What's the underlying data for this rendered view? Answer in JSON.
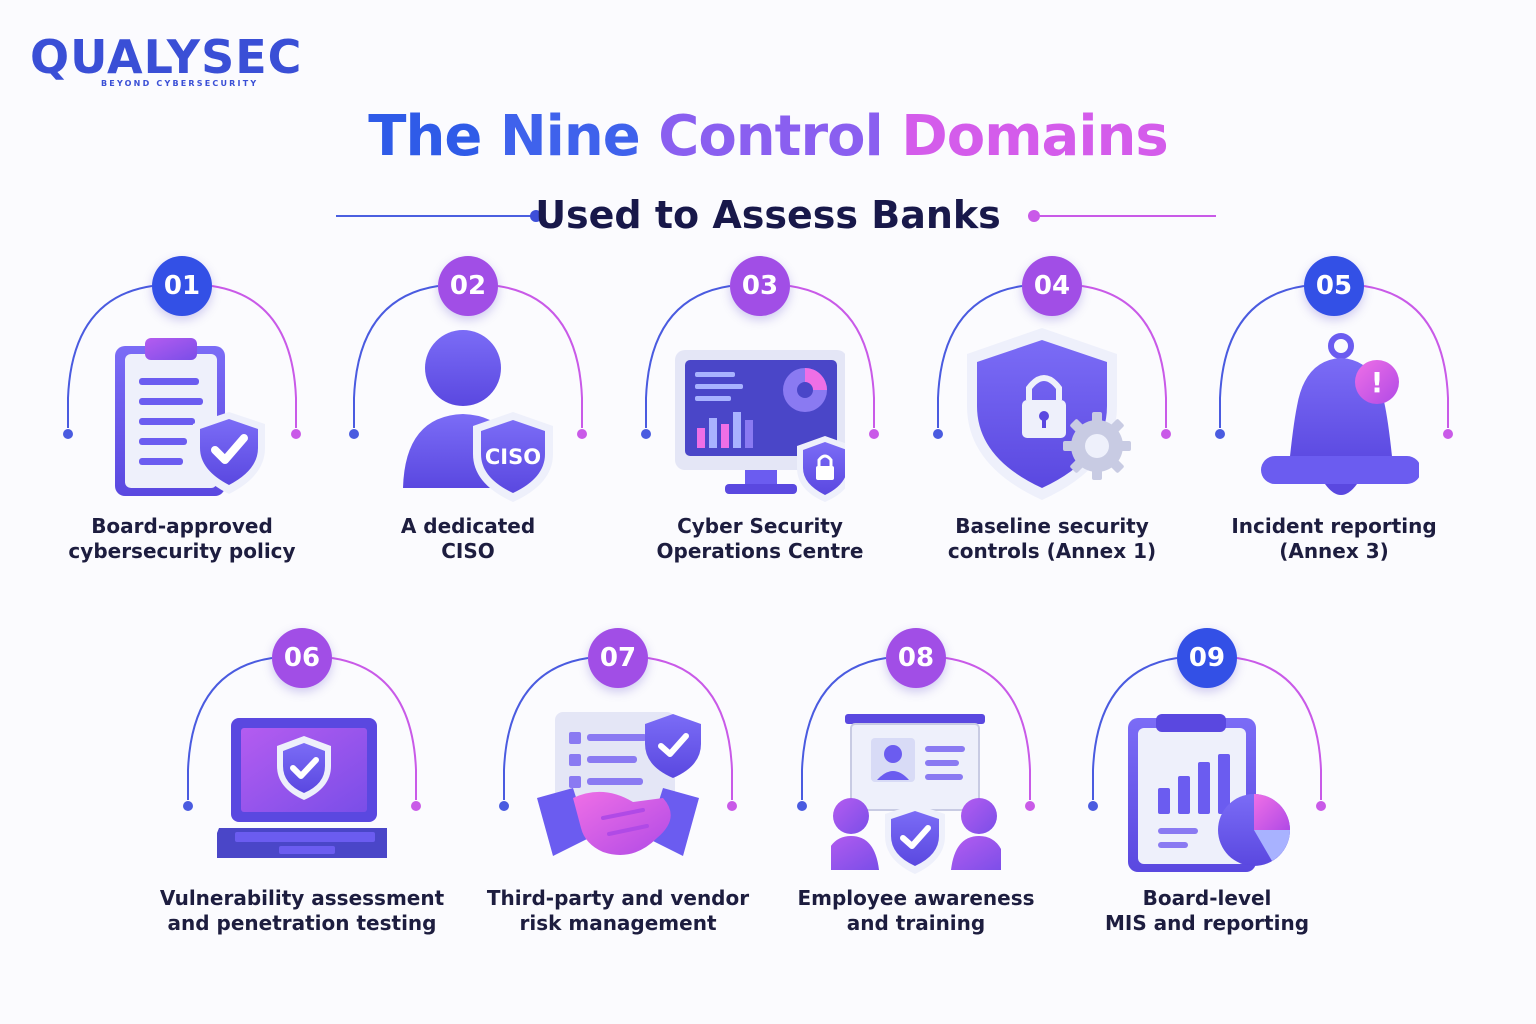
{
  "logo": {
    "brand": "QUALYSEC",
    "tagline": "BEYOND CYBERSECURITY"
  },
  "title": {
    "w1": "The",
    "w2": "Nine",
    "w3": "Control",
    "w4": "Domains"
  },
  "subtitle": "Used to Assess Banks",
  "colors": {
    "blue": "#3350e6",
    "purple": "#a14ee6",
    "icon_main": "#6b5cf0",
    "icon_light": "#eef0fb",
    "navy_text": "#18184a"
  },
  "domains": [
    {
      "num": "01",
      "line1": "Board-approved",
      "line2": "cybersecurity policy",
      "icon": "clipboard-shield-icon"
    },
    {
      "num": "02",
      "line1": "A dedicated",
      "line2": "CISO",
      "icon": "ciso-person-icon",
      "badge": "CISO"
    },
    {
      "num": "03",
      "line1": "Cyber Security",
      "line2": "Operations Centre",
      "icon": "monitor-dashboard-icon"
    },
    {
      "num": "04",
      "line1": "Baseline security",
      "line2": "controls (Annex 1)",
      "icon": "shield-lock-gear-icon"
    },
    {
      "num": "05",
      "line1": "Incident reporting",
      "line2": "(Annex 3)",
      "icon": "alert-bell-icon",
      "badge": "!"
    },
    {
      "num": "06",
      "line1": "Vulnerability assessment",
      "line2": "and penetration testing",
      "icon": "laptop-shield-icon"
    },
    {
      "num": "07",
      "line1": "Third-party and vendor",
      "line2": "risk management",
      "icon": "handshake-document-icon"
    },
    {
      "num": "08",
      "line1": "Employee awareness",
      "line2": "and training",
      "icon": "training-board-icon"
    },
    {
      "num": "09",
      "line1": "Board-level",
      "line2": "MIS and reporting",
      "icon": "report-chart-icon"
    }
  ]
}
